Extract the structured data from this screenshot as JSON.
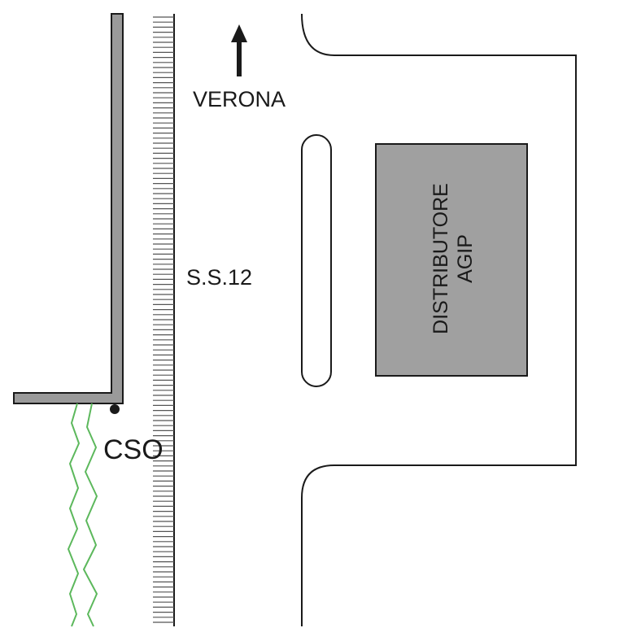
{
  "labels": {
    "direction": "VERONA",
    "road": "S.S.12",
    "cso": "CSO",
    "station_line1": "DISTRIBUTORE",
    "station_line2": "AGIP"
  },
  "colors": {
    "ink": "#1a1a1a",
    "wall_fill": "#9a9a9a",
    "station_fill": "#a0a0a0",
    "vegetation": "#5cb85c"
  },
  "icons": {
    "direction": "arrow-up-icon",
    "outfall": "dot-marker-icon"
  }
}
